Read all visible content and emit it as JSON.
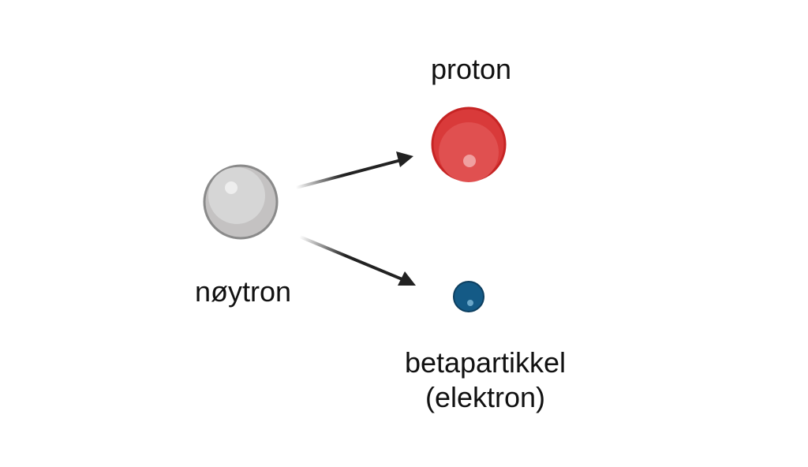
{
  "labels": {
    "neutron": "nøytron",
    "proton": "proton",
    "beta_line1": "betapartikkel",
    "beta_line2": "(elektron)"
  },
  "colors": {
    "neutron": "#cfcfcf",
    "proton": "#d93a3a",
    "electron": "#145a86",
    "arrow": "#222222"
  }
}
